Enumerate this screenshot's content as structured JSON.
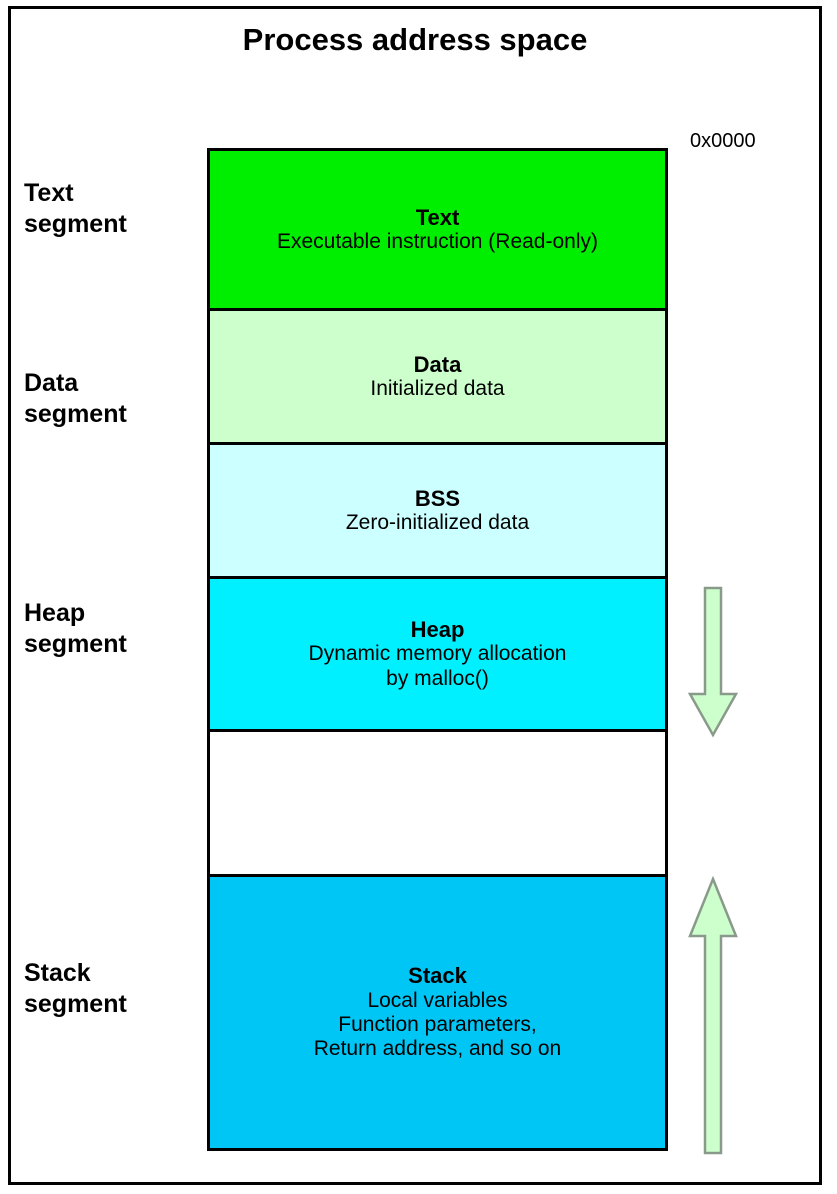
{
  "diagram": {
    "title": "Process address space",
    "top_address_label": "0x0000",
    "frame_color": "#000000",
    "background": "#ffffff"
  },
  "segment_labels": [
    {
      "id": "text-segment",
      "line1": "Text",
      "line2": "segment"
    },
    {
      "id": "data-segment",
      "line1": "Data",
      "line2": "segment"
    },
    {
      "id": "heap-segment",
      "line1": "Heap",
      "line2": "segment"
    },
    {
      "id": "stack-segment",
      "line1": "Stack",
      "line2": "segment"
    }
  ],
  "memory_blocks": [
    {
      "id": "text",
      "title": "Text",
      "lines": [
        "Executable instruction (Read-only)"
      ],
      "color": "#00EE00"
    },
    {
      "id": "data",
      "title": "Data",
      "lines": [
        "Initialized data"
      ],
      "color": "#CCFFCC"
    },
    {
      "id": "bss",
      "title": "BSS",
      "lines": [
        "Zero-initialized data"
      ],
      "color": "#CCFFFF"
    },
    {
      "id": "heap",
      "title": "Heap",
      "lines": [
        "Dynamic memory allocation",
        "by malloc()"
      ],
      "color": "#00F0FF"
    },
    {
      "id": "unused-gap",
      "title": "",
      "lines": [],
      "color": "#FFFFFF"
    },
    {
      "id": "stack",
      "title": "Stack",
      "lines": [
        "Local variables",
        "Function parameters,",
        "Return address, and so on"
      ],
      "color": "#00C6F5"
    }
  ],
  "arrows": [
    {
      "id": "heap-growth-arrow",
      "direction": "down",
      "fill": "#CCFFCC",
      "stroke": "#808080"
    },
    {
      "id": "stack-growth-arrow",
      "direction": "up",
      "fill": "#CCFFCC",
      "stroke": "#808080"
    }
  ]
}
